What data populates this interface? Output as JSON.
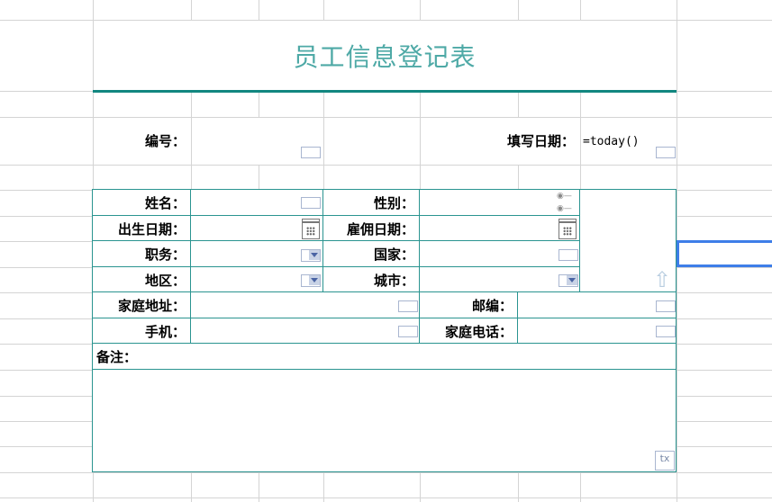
{
  "form": {
    "title": "员工信息登记表",
    "id_label": "编号：",
    "fill_date_label": "填写日期：",
    "fill_date_formula": "=today()",
    "fields": {
      "name": "姓名：",
      "gender": "性别：",
      "birth_date": "出生日期：",
      "hire_date": "雇佣日期：",
      "position": "职务：",
      "country": "国家：",
      "region": "地区：",
      "city": "城市：",
      "home_address": "家庭地址：",
      "postcode": "邮编：",
      "mobile": "手机：",
      "home_phone": "家庭电话：",
      "remarks": "备注："
    },
    "remarks_control": "tx",
    "border_color": "#2a9490",
    "title_color": "#4ea9a6",
    "selection_color": "#3e7ee8"
  }
}
